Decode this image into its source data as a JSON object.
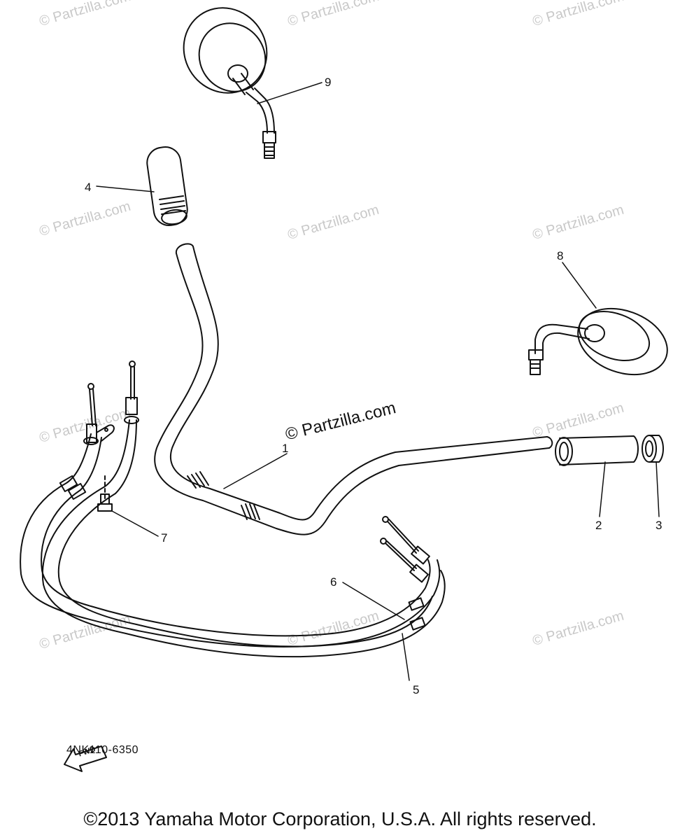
{
  "watermark": "© Partzilla.com",
  "center_watermark": "© Partzilla.com",
  "callouts": {
    "p1": "1",
    "p2": "2",
    "p3": "3",
    "p4": "4",
    "p5": "5",
    "p6": "6",
    "p7": "7",
    "p8": "8",
    "p9": "9"
  },
  "fwd_label": "FWD",
  "part_code": "4NK110-6350",
  "copyright": "©2013 Yamaha Motor Corporation, U.S.A. All rights reserved."
}
